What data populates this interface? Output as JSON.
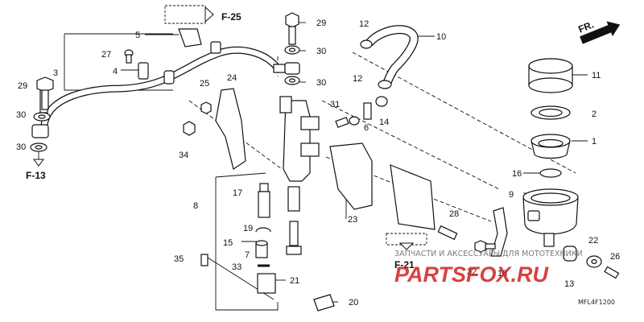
{
  "diagram_code": "MFL4F1200",
  "watermark": {
    "line1": "ЗАПЧАСТИ И АКСЕССУАРЫ ДЛЯ МОТОТЕХНИКИ",
    "line2": "PARTSFOX.RU"
  },
  "refs": {
    "f25": "F-25",
    "f13": "F-13",
    "f21": "F-21",
    "fr": "FR."
  },
  "callouts": [
    "1",
    "2",
    "3",
    "4",
    "5",
    "6",
    "7",
    "8",
    "9",
    "10",
    "11",
    "12",
    "12",
    "13",
    "14",
    "15",
    "16",
    "17",
    "18",
    "19",
    "20",
    "21",
    "22",
    "23",
    "24",
    "25",
    "26",
    "27",
    "28",
    "29",
    "29",
    "30",
    "30",
    "30",
    "30",
    "31",
    "32",
    "33",
    "34",
    "35"
  ],
  "colors": {
    "line": "#111111",
    "watermark_red": "#d21f1f",
    "watermark_gray": "#7a7a7a"
  }
}
